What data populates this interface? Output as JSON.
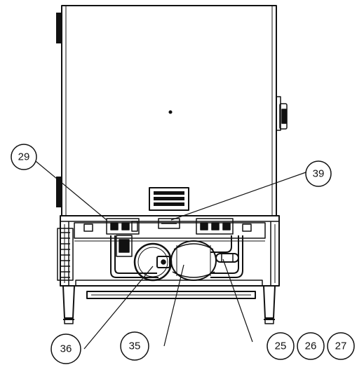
{
  "diagram": {
    "callouts": [
      {
        "id": "c29",
        "label": "29"
      },
      {
        "id": "c39",
        "label": "39"
      },
      {
        "id": "c36",
        "label": "36"
      },
      {
        "id": "c35",
        "label": "35"
      },
      {
        "id": "c25",
        "label": "25"
      },
      {
        "id": "c26",
        "label": "26"
      },
      {
        "id": "c27",
        "label": "27"
      }
    ]
  }
}
